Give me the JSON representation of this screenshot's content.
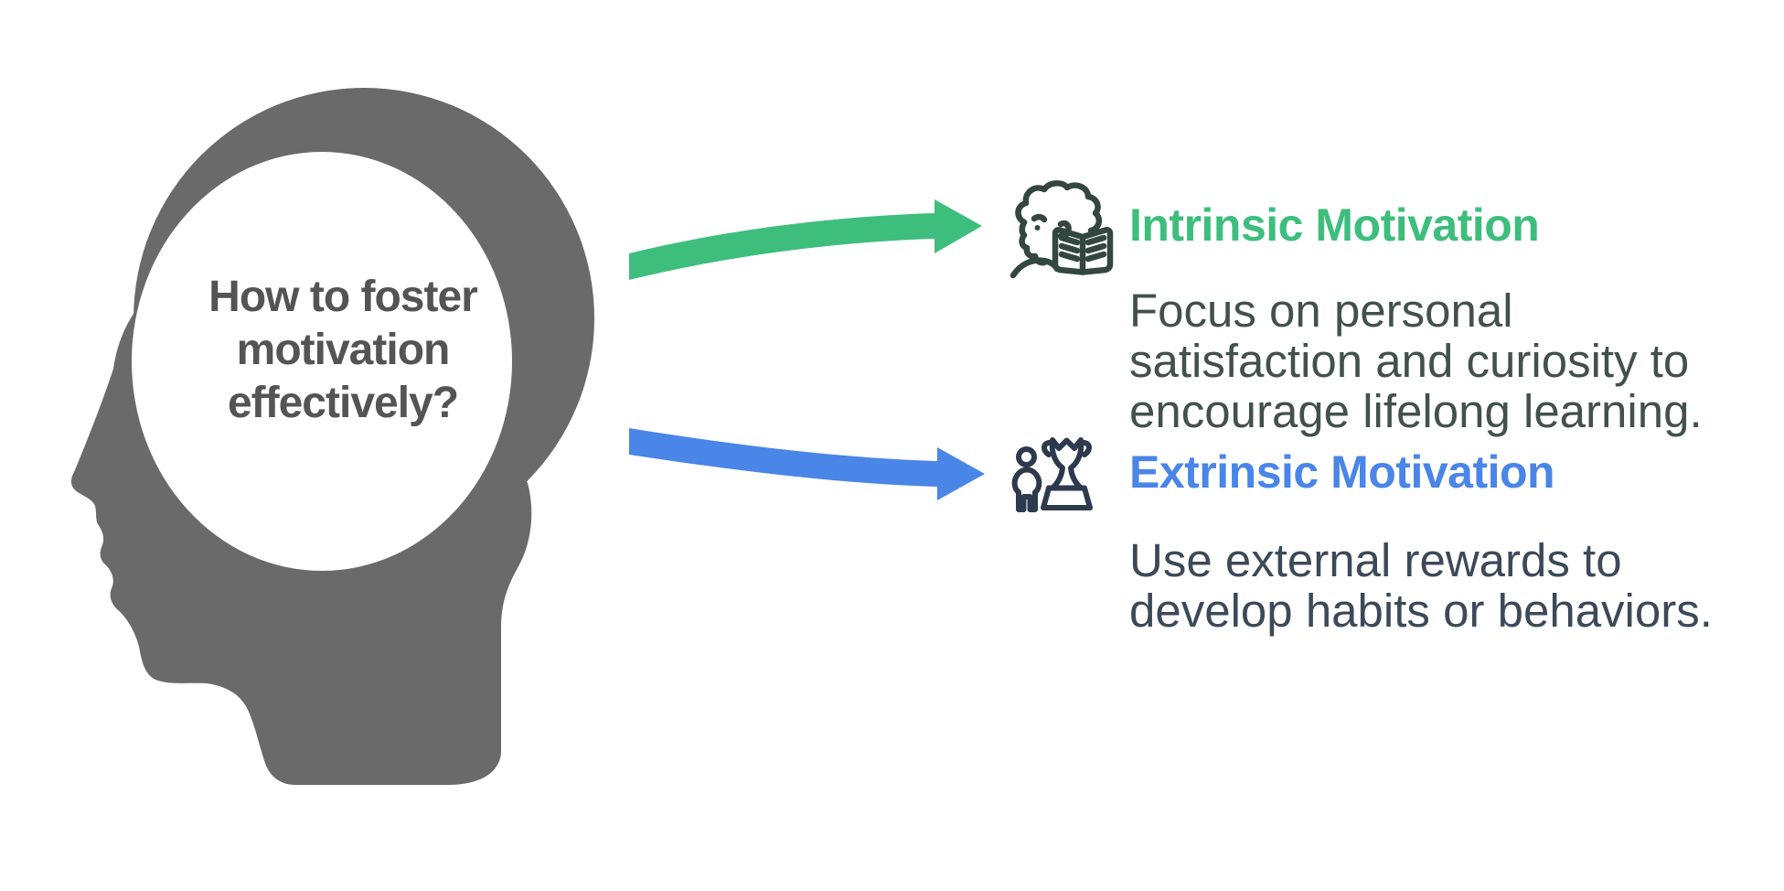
{
  "page": {
    "background_color": "#ffffff"
  },
  "head": {
    "question_lines": [
      "How to foster",
      "motivation",
      "effectively?"
    ],
    "silhouette_color": "#6a6a6a",
    "bubble_color": "#ffffff",
    "text_color": "#545454"
  },
  "branches": [
    {
      "key": "intrinsic",
      "title": "Intrinsic Motivation",
      "accent_color": "#3ebe7d",
      "icon": "person-reading-book",
      "icon_color": "#334740",
      "description_lines": [
        "Focus on personal",
        "satisfaction and curiosity to",
        "encourage lifelong learning."
      ],
      "description_color": "#42514b"
    },
    {
      "key": "extrinsic",
      "title": "Extrinsic Motivation",
      "accent_color": "#4a85e8",
      "icon": "person-with-trophy",
      "icon_color": "#2d3a4d",
      "description_lines": [
        "Use external rewards to",
        "develop habits or behaviors."
      ],
      "description_color": "#3c4959"
    }
  ]
}
